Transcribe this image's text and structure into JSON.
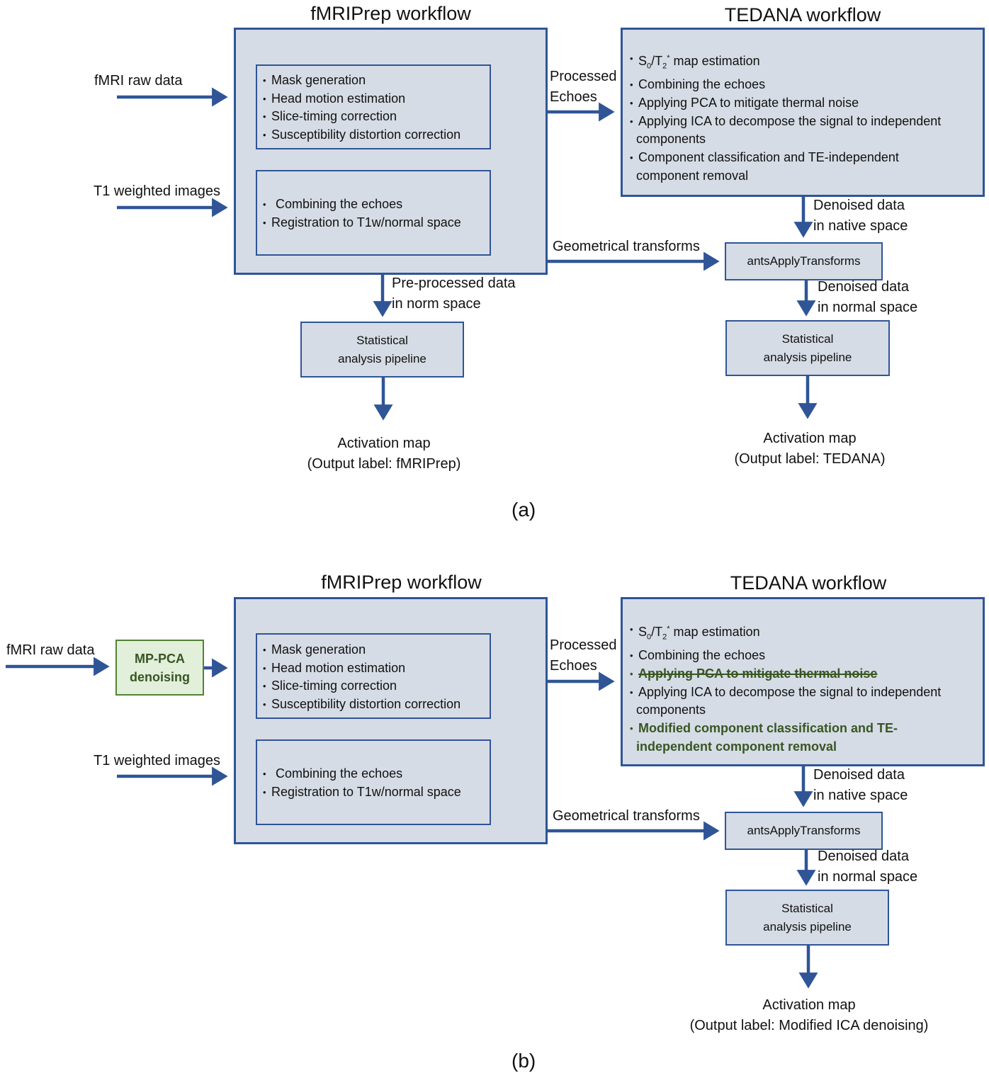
{
  "accent_colors": {
    "arrow": "#2f5597",
    "box_fill": "#d6dce5",
    "green_fill": "#e2efda",
    "green_border": "#548235",
    "green_text": "#375623"
  },
  "panel_a": {
    "caption": "(a)",
    "fmriprep_title": "fMRIPrep workflow",
    "tedana_title": "TEDANA workflow",
    "inputs": {
      "fmri_raw": "fMRI raw data",
      "t1": "T1 weighted images"
    },
    "fmriprep_box1": [
      "Mask generation",
      "Head motion estimation",
      "Slice-timing correction",
      "Susceptibility distortion correction"
    ],
    "fmriprep_box2": [
      "Combining the echoes",
      "Registration to T1w/normal space"
    ],
    "processed_echoes": [
      "Processed",
      "Echoes"
    ],
    "tedana_items": {
      "s0": "S",
      "s0_sub": "0",
      "slash": "/T",
      "t2_sub": "2",
      "t2_sup": "*",
      "s0_rest": " map estimation",
      "combine": "Combining the echoes",
      "pca": "Applying PCA to mitigate thermal noise",
      "ica_line1": "Applying ICA to decompose the signal to independent",
      "ica_line2": "components",
      "classify_line1": "Component classification and TE-independent",
      "classify_line2": "component removal"
    },
    "denoised_native": [
      "Denoised data",
      "in native space"
    ],
    "geometrical": "Geometrical transforms",
    "ants": "antsApplyTransforms",
    "denoised_normal": [
      "Denoised data",
      "in normal space"
    ],
    "preprocessed": [
      "Pre-processed data",
      "in norm space"
    ],
    "stat_left": [
      "Statistical",
      "analysis pipeline"
    ],
    "stat_right": [
      "Statistical",
      "analysis pipeline"
    ],
    "output_left": [
      "Activation map",
      "(Output label: fMRIPrep)"
    ],
    "output_right": [
      "Activation map",
      "(Output label: TEDANA)"
    ]
  },
  "panel_b": {
    "caption": "(b)",
    "fmriprep_title": "fMRIPrep workflow",
    "tedana_title": "TEDANA workflow",
    "inputs": {
      "fmri_raw": "fMRI raw data",
      "t1": "T1 weighted images"
    },
    "mppca": [
      "MP-PCA",
      "denoising"
    ],
    "fmriprep_box1": [
      "Mask generation",
      "Head motion estimation",
      "Slice-timing correction",
      "Susceptibility distortion correction"
    ],
    "fmriprep_box2": [
      "Combining the echoes",
      "Registration to T1w/normal space"
    ],
    "processed_echoes": [
      "Processed",
      "Echoes"
    ],
    "tedana_items": {
      "s0": "S",
      "s0_sub": "0",
      "slash": "/T",
      "t2_sub": "2",
      "t2_sup": "*",
      "s0_rest": " map estimation",
      "combine": "Combining the echoes",
      "pca_struck": "Applying PCA to mitigate thermal noise",
      "ica_line1": "Applying ICA to decompose the signal to independent",
      "ica_line2": "components",
      "classify_line1": "Modified component classification and TE-",
      "classify_line2": "independent component removal"
    },
    "denoised_native": [
      "Denoised data",
      "in native space"
    ],
    "geometrical": "Geometrical transforms",
    "ants": "antsApplyTransforms",
    "denoised_normal": [
      "Denoised data",
      "in normal space"
    ],
    "stat_right": [
      "Statistical",
      "analysis pipeline"
    ],
    "output_right": [
      "Activation map",
      "(Output label: Modified ICA denoising)"
    ]
  }
}
